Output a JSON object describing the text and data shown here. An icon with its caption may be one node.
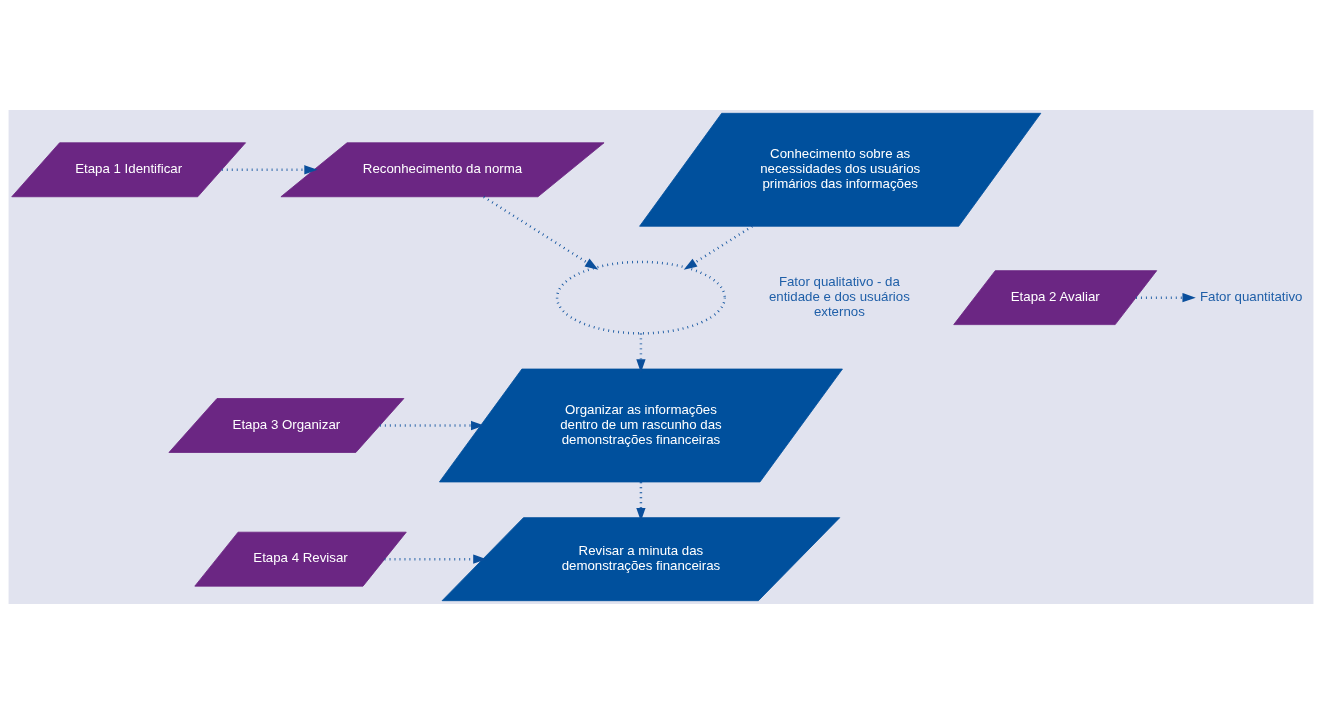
{
  "diagram": {
    "nodes": [
      {
        "text": [
          "Etapa 1 Identificar"
        ]
      },
      {
        "text": [
          "Reconhecimento da norma"
        ]
      },
      {
        "text": [
          "Conhecimento sobre as necessidades dos usuários primários das informações"
        ]
      },
      {
        "text": [
          "Etapa 2 Avaliar"
        ]
      },
      {
        "text": [
          "Fator quantitativo"
        ]
      },
      {
        "text": [],
        "shape": "ellipse"
      },
      {
        "text": [
          "Etapa 3 Organizar"
        ]
      },
      {
        "text": [
          "Organizar as informações dentro de um rascunho das demonstrações financeiras"
        ]
      },
      {
        "text": [
          "Etapa 4 Revisar"
        ]
      },
      {
        "text": [
          "Revisar a minuta das demonstrações financeiras"
        ]
      }
    ],
    "edges": [
      {
        "from": 0,
        "to": 1,
        "arrow": "to"
      },
      {
        "from": 1,
        "to": 5,
        "arrow": "to"
      },
      {
        "from": 2,
        "to": 5,
        "arrow": "to"
      },
      {
        "from": 3,
        "to": 4,
        "arrow": "to"
      },
      {
        "from": 5,
        "to": 7,
        "arrow": "to"
      },
      {
        "from": 6,
        "to": 7,
        "arrow": "to"
      },
      {
        "from": 7,
        "to": 9,
        "arrow": "to"
      },
      {
        "from": 8,
        "to": 9,
        "arrow": "to"
      }
    ],
    "labels": [
      "Fator qualitativo - da entidade e dos usuários externos"
    ]
  }
}
